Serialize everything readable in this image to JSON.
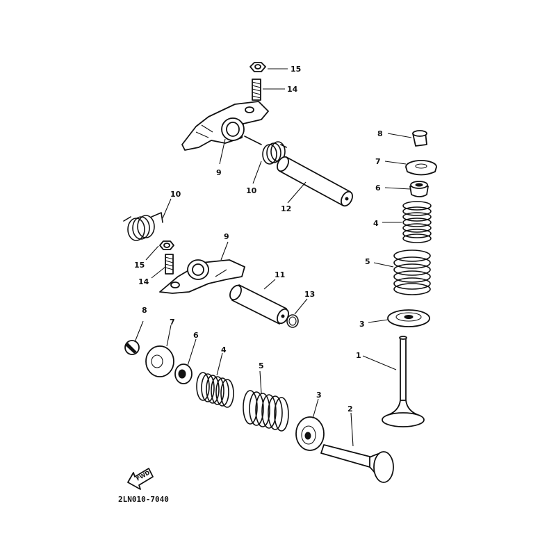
{
  "callouts": {
    "c15a": "15",
    "c14a": "14",
    "c9a": "9",
    "c10a": "10",
    "c12": "12",
    "c10b": "10",
    "c9b": "9",
    "c15b": "15",
    "c14b": "14",
    "c11": "11",
    "c13": "13",
    "c8r": "8",
    "c7r": "7",
    "c6r": "6",
    "c4r": "4",
    "c5r": "5",
    "c3r": "3",
    "c1": "1",
    "c8l": "8",
    "c7l": "7",
    "c6l": "6",
    "c4l": "4",
    "c5l": "5",
    "c3l": "3",
    "c2": "2"
  },
  "fwd_label": "FWD",
  "diagram_code": "2LN010-7040"
}
